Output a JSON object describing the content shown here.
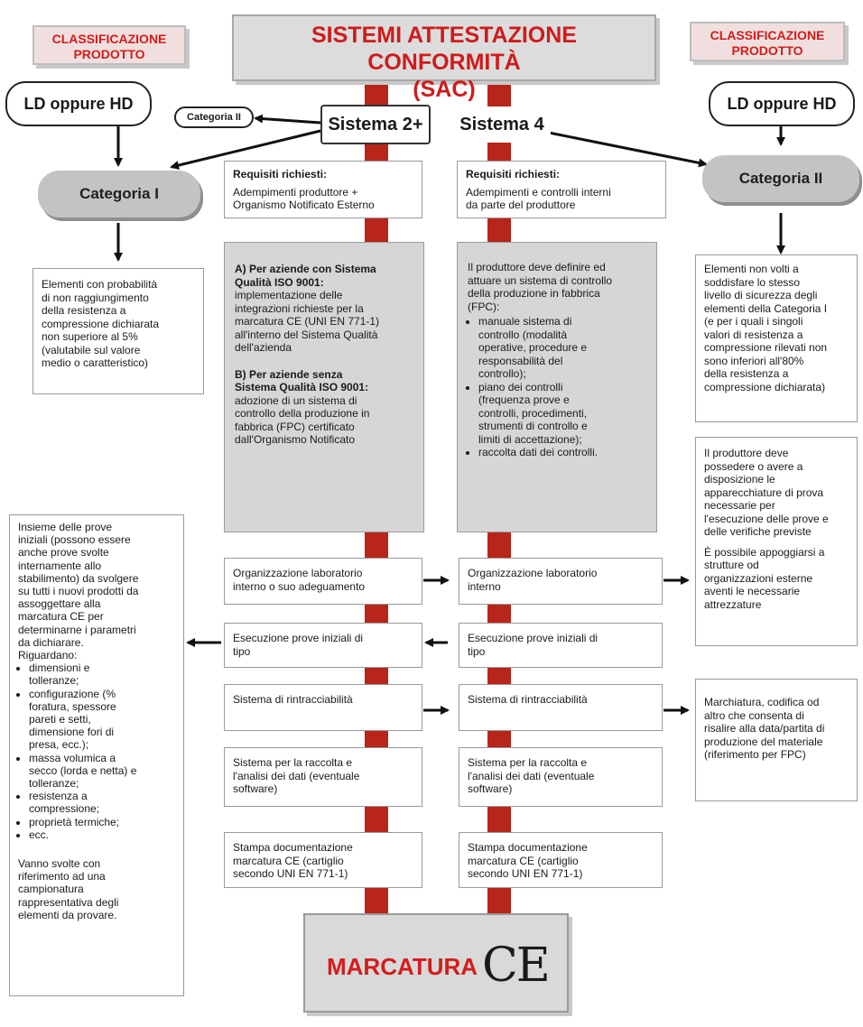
{
  "title": {
    "line1": "SISTEMI ATTESTAZIONE CONFORMITÀ",
    "line2": "(SAC)"
  },
  "classification_left": {
    "line1": "CLASSIFICAZIONE",
    "line2": "PRODOTTO"
  },
  "classification_right": {
    "line1": "CLASSIFICAZIONE",
    "line2": "PRODOTTO"
  },
  "ld_hd_left": "LD oppure HD",
  "ld_hd_right": "LD oppure HD",
  "categoria_ii_small": "Categoria II",
  "sistema_2": "Sistema 2+",
  "sistema_4": "Sistema 4",
  "categoria_i": "Categoria I",
  "categoria_ii": "Categoria II",
  "req2": {
    "title": "Requisiti richiesti:",
    "l1": "Adempimenti produttore +",
    "l2": "Organismo Notificato Esterno"
  },
  "req4": {
    "title": "Requisiti richiesti:",
    "l1": "Adempimenti e controlli interni",
    "l2": "da parte del produttore"
  },
  "cat1_desc": [
    "Elementi con probabilità",
    "di non raggiungimento",
    "della resistenza a",
    "compressione dichiarata",
    "non superiore al 5%",
    "(valutabile sul valore",
    "medio o caratteristico)"
  ],
  "cat2_desc": [
    "Elementi non volti a",
    "soddisfare lo stesso",
    "livello di sicurezza degli",
    "elementi della Categoria I",
    "(e per i quali i singoli",
    "valori di resistenza a",
    "compressione rilevati non",
    "sono inferiori all'80%",
    "della resistenza a",
    "compressione dichiarata)"
  ],
  "gray2": {
    "a_title": [
      "A) Per aziende con Sistema",
      "Qualità ISO 9001:"
    ],
    "a_text": [
      "implementazione delle",
      "integrazioni richieste per la",
      "marcatura CE (UNI EN 771-1)",
      "all'interno del Sistema Qualità",
      "dell'azienda"
    ],
    "b_title": [
      "B) Per aziende senza",
      "Sistema Qualità ISO 9001:"
    ],
    "b_text": [
      "adozione di un sistema di",
      "controllo della produzione in",
      "fabbrica (FPC) certificato",
      "dall'Organismo Notificato"
    ]
  },
  "gray4": {
    "intro": [
      "Il produttore deve definire ed",
      "attuare un sistema di controllo",
      "della produzione in fabbrica",
      "(FPC):"
    ],
    "b1": [
      "manuale sistema di",
      "controllo (modalità",
      "operative, procedure e",
      "responsabilità del",
      "controllo);"
    ],
    "b2": [
      "piano dei controlli",
      "(frequenza prove e",
      "controlli, procedimenti,",
      "strumenti di controllo e",
      "limiti di accettazione);"
    ],
    "b3": [
      "raccolta dati dei controlli."
    ]
  },
  "right_lab": [
    "Il produttore deve",
    "possedere o avere a",
    "disposizione le",
    "apparecchiature di prova",
    "necessarie per",
    "l'esecuzione delle prove e",
    "delle verifiche previste",
    "",
    "È possibile appoggiarsi a",
    "strutture od",
    "organizzazioni esterne",
    "aventi le necessarie",
    "attrezzature"
  ],
  "right_trace": [
    "Marchiatura, codifica od",
    "altro che consenta di",
    "risalire alla data/partita di",
    "produzione del materiale",
    "(riferimento per FPC)"
  ],
  "left_prove": {
    "intro": [
      "Insieme delle prove",
      "iniziali (possono essere",
      "anche prove svolte",
      "internamente allo",
      "stabilimento) da svolgere",
      "su tutti i nuovi prodotti da",
      "assoggettare alla",
      "marcatura CE per",
      "determinarne i parametri",
      "da dichiarare.",
      "Riguardano:"
    ],
    "b1": [
      "dimensioni e",
      "tolleranze;"
    ],
    "b2": [
      "configurazione (%",
      "foratura, spessore",
      "pareti e setti,",
      "dimensione fori di",
      "presa, ecc.);"
    ],
    "b3": [
      "massa volumica a",
      "secco (lorda e netta) e",
      "tolleranze;"
    ],
    "b4": [
      "resistenza a",
      "compressione;"
    ],
    "b5": [
      "proprietà termiche;"
    ],
    "b6": [
      "ecc."
    ],
    "outro": [
      "Vanno svolte con",
      "riferimento ad una",
      "campionatura",
      "rappresentativa degli",
      "elementi da provare."
    ]
  },
  "steps2": [
    [
      "Organizzazione laboratorio",
      "interno o suo adeguamento"
    ],
    [
      "Esecuzione prove iniziali di",
      "tipo"
    ],
    [
      "Sistema di rintracciabilità"
    ],
    [
      "Sistema per la raccolta e",
      "l'analisi dei dati (eventuale",
      "software)"
    ],
    [
      "Stampa documentazione",
      "marcatura CE (cartiglio",
      "secondo UNI EN 771-1)"
    ]
  ],
  "steps4": [
    [
      "Organizzazione laboratorio",
      "interno"
    ],
    [
      "Esecuzione prove iniziali di",
      "tipo"
    ],
    [
      "Sistema di rintracciabilità"
    ],
    [
      "Sistema per la raccolta e",
      "l'analisi dei dati (eventuale",
      "software)"
    ],
    [
      "Stampa documentazione",
      "marcatura CE (cartiglio",
      "secondo UNI EN 771-1)"
    ]
  ],
  "marcatura": "MARCATURA",
  "ce_mark": "CE",
  "colors": {
    "pipe": "#b8251a",
    "red_text": "#d41c1c",
    "gray_box": "#d6d6d6",
    "pill_gray": "#c3c3c3"
  }
}
